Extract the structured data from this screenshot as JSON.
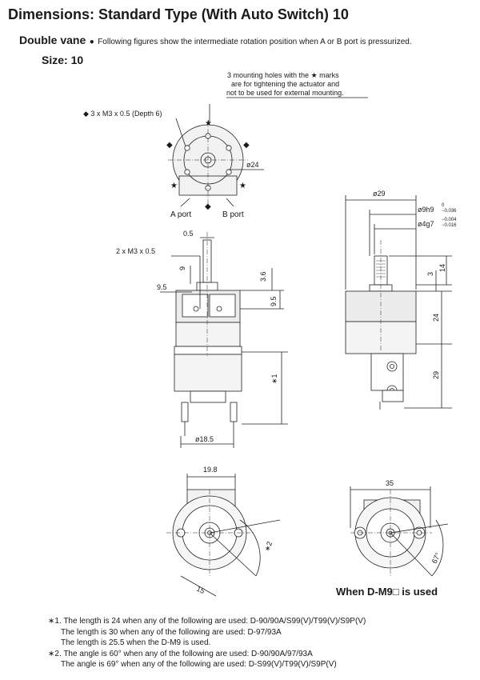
{
  "header": {
    "title": "Dimensions: Standard Type (With Auto Switch) 10",
    "vane_type": "Double vane",
    "bullet": "●",
    "intro_note": "Following figures show the intermediate rotation position when A or B port is pressurized.",
    "size_label": "Size: 10"
  },
  "top_view": {
    "mount_note": [
      "3 mounting holes with the ★ marks",
      "are for tightening the actuator and",
      "not to be used for external mounting."
    ],
    "tap_label": "◆ 3 x M3 x 0.5 (Depth 6)",
    "dia_24": "ø24",
    "a_port": "A port",
    "b_port": "B port"
  },
  "front_view": {
    "dim_0_5": "0.5",
    "tap_2": "2 x M3 x 0.5",
    "dim_9": "9",
    "dim_9_5_left": "9.5",
    "dim_3_6": "3.6",
    "dim_9_5_right": "9.5",
    "star1": "∗1",
    "dia_18_5": "ø18.5"
  },
  "side_view": {
    "dia_29": "ø29",
    "fit_1": "ø9h9",
    "fit_1_upper": "0",
    "fit_1_lower": "−0.036",
    "fit_2": "ø4g7",
    "fit_2_upper": "−0.004",
    "fit_2_lower": "−0.016",
    "dim_3": "3",
    "dim_14": "14",
    "dim_24": "24",
    "dim_29": "29"
  },
  "bottom_left": {
    "dim_19_8": "19.8",
    "dim_15": "15",
    "star2": "∗2"
  },
  "bottom_right": {
    "dim_35": "35",
    "angle_67": "67°",
    "caption": "When D-M9□ is used"
  },
  "footnotes": [
    "∗1. The length is 24 when any of the following are used: D-90/90A/S99(V)/T99(V)/S9P(V)",
    "The length is 30 when any of the following are used: D-97/93A",
    "The length is 25.5 when the D-M9 is used.",
    "∗2. The angle is 60° when any of the following are used: D-90/90A/97/93A",
    "The angle is 69° when any of the following are used: D-S99(V)/T99(V)/S9P(V)"
  ]
}
